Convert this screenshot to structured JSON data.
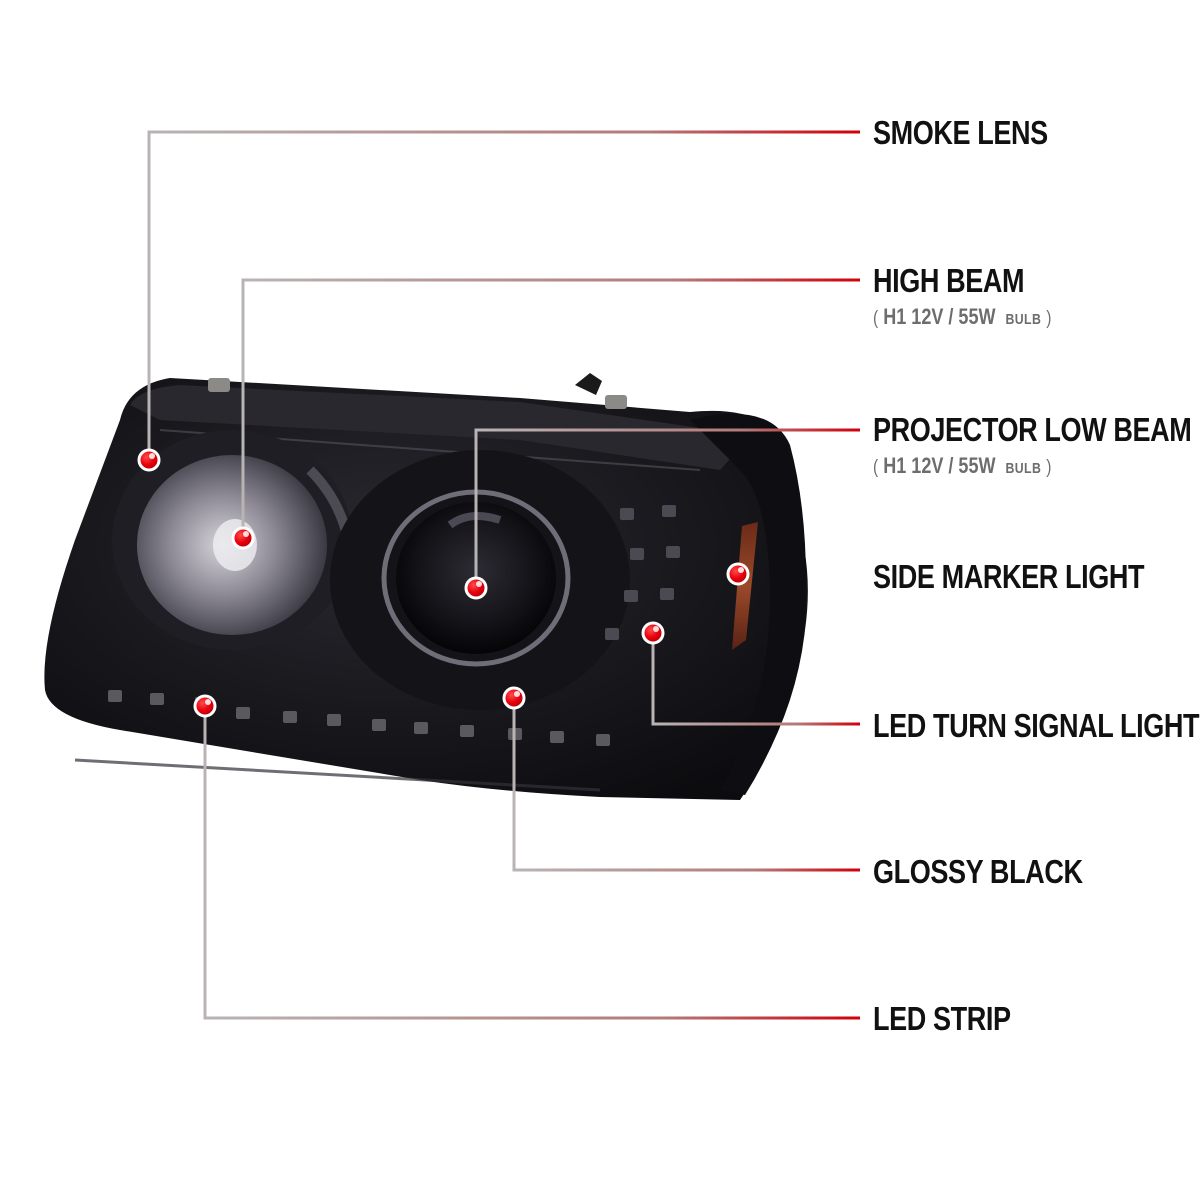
{
  "product": {
    "subject": "Smoke lens projector headlight with LED strip",
    "colors": {
      "background": "#ffffff",
      "housing": "#17161b",
      "marker_red": "#e8000b",
      "leader_gray": "#b4b0b0",
      "leader_red": "#c8000a",
      "amber_marker": "#8a3d22",
      "label_text": "#111111",
      "sublabel_text": "#6d6d6d"
    }
  },
  "callouts": [
    {
      "id": "smoke-lens",
      "label": "SMOKE LENS",
      "sub": null
    },
    {
      "id": "high-beam",
      "label": "HIGH BEAM",
      "sub": {
        "open": "(",
        "spec": "H1  12V / 55W",
        "unit": "BULB",
        "close": ")"
      }
    },
    {
      "id": "projector-low-beam",
      "label": "PROJECTOR LOW BEAM",
      "sub": {
        "open": "(",
        "spec": "H1  12V / 55W",
        "unit": "BULB",
        "close": ")"
      }
    },
    {
      "id": "side-marker-light",
      "label": "SIDE MARKER LIGHT",
      "sub": null
    },
    {
      "id": "led-turn-signal-light",
      "label": "LED TURN SIGNAL LIGHT",
      "sub": null
    },
    {
      "id": "glossy-black",
      "label": "GLOSSY BLACK",
      "sub": null
    },
    {
      "id": "led-strip",
      "label": "LED STRIP",
      "sub": null
    }
  ]
}
